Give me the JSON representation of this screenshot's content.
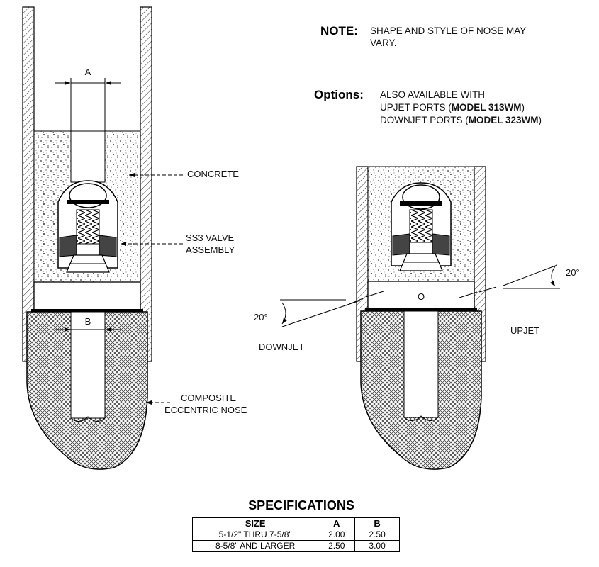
{
  "note": {
    "heading": "NOTE:",
    "line1": "SHAPE AND STYLE OF NOSE MAY",
    "line2": "VARY."
  },
  "options": {
    "heading": "Options:",
    "line1": "ALSO AVAILABLE WITH",
    "line2_pre": "UPJET PORTS (",
    "line2_bold": "MODEL 313WM",
    "line2_post": ")",
    "line3_pre": "DOWNJET PORTS (",
    "line3_bold": "MODEL 323WM",
    "line3_post": ")"
  },
  "left_diagram": {
    "dim_a": "A",
    "dim_b": "B",
    "concrete": "CONCRETE",
    "valve_line1": "SS3 VALVE",
    "valve_line2": "ASSEMBLY",
    "nose_line1": "COMPOSITE",
    "nose_line2": "ECCENTRIC NOSE"
  },
  "right_diagram": {
    "angle_left": "20°",
    "angle_right": "20°",
    "downjet": "DOWNJET",
    "upjet": "UPJET",
    "port": "O"
  },
  "specs": {
    "title": "SPECIFICATIONS",
    "headers": [
      "SIZE",
      "A",
      "B"
    ],
    "rows": [
      [
        "5-1/2\" THRU 7-5/8\"",
        "2.00",
        "2.50"
      ],
      [
        "8-5/8\" AND LARGER",
        "2.50",
        "3.00"
      ]
    ]
  }
}
